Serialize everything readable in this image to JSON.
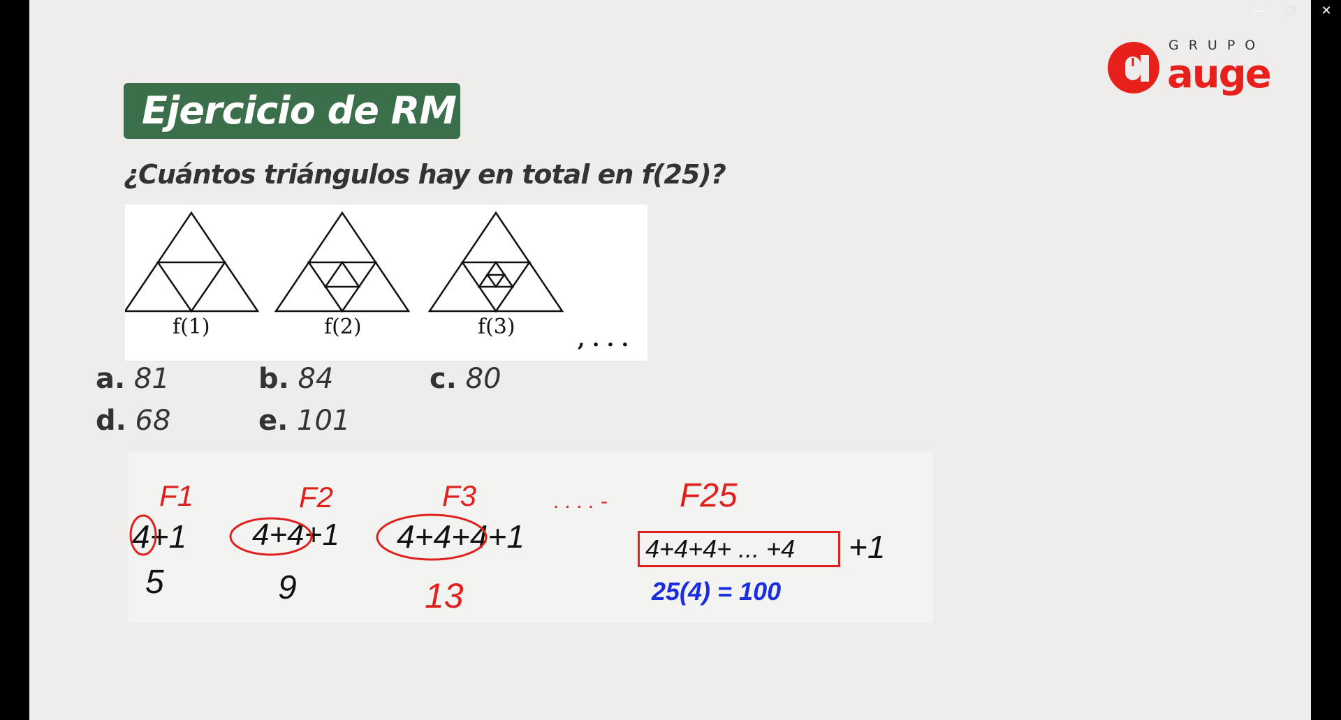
{
  "window": {
    "minimize": "—",
    "restore": "❐",
    "close": "✕"
  },
  "logo": {
    "top": "GRUPO",
    "brand": "auge"
  },
  "title": "Ejercicio de RM",
  "question": "¿Cuántos triángulos hay en total en f(25)?",
  "figure": {
    "labels": [
      "f(1)",
      "f(2)",
      "f(3)"
    ],
    "ellipsis": ", . . ."
  },
  "options": [
    {
      "letter": "a.",
      "value": "81"
    },
    {
      "letter": "b.",
      "value": "84"
    },
    {
      "letter": "c.",
      "value": "80"
    },
    {
      "letter": "d.",
      "value": "68"
    },
    {
      "letter": "e.",
      "value": "101"
    }
  ],
  "handwriting": {
    "f1": "F1",
    "f2": "F2",
    "f3": "F3",
    "dots": ". . . . -",
    "f25": "F25",
    "e1": "4+1",
    "e2": "4+4+1",
    "e3": "4+4+4+1",
    "e25": "4+4+4+ ... +4",
    "e25_tail": "+1",
    "r1": "5",
    "r2": "9",
    "r3": "13",
    "r25": "25(4) = 100"
  },
  "colors": {
    "title_bg": "#3b6e4b",
    "brand_red": "#e8201b",
    "ink_red": "#e0201c",
    "ink_blue": "#1a2ee0"
  }
}
